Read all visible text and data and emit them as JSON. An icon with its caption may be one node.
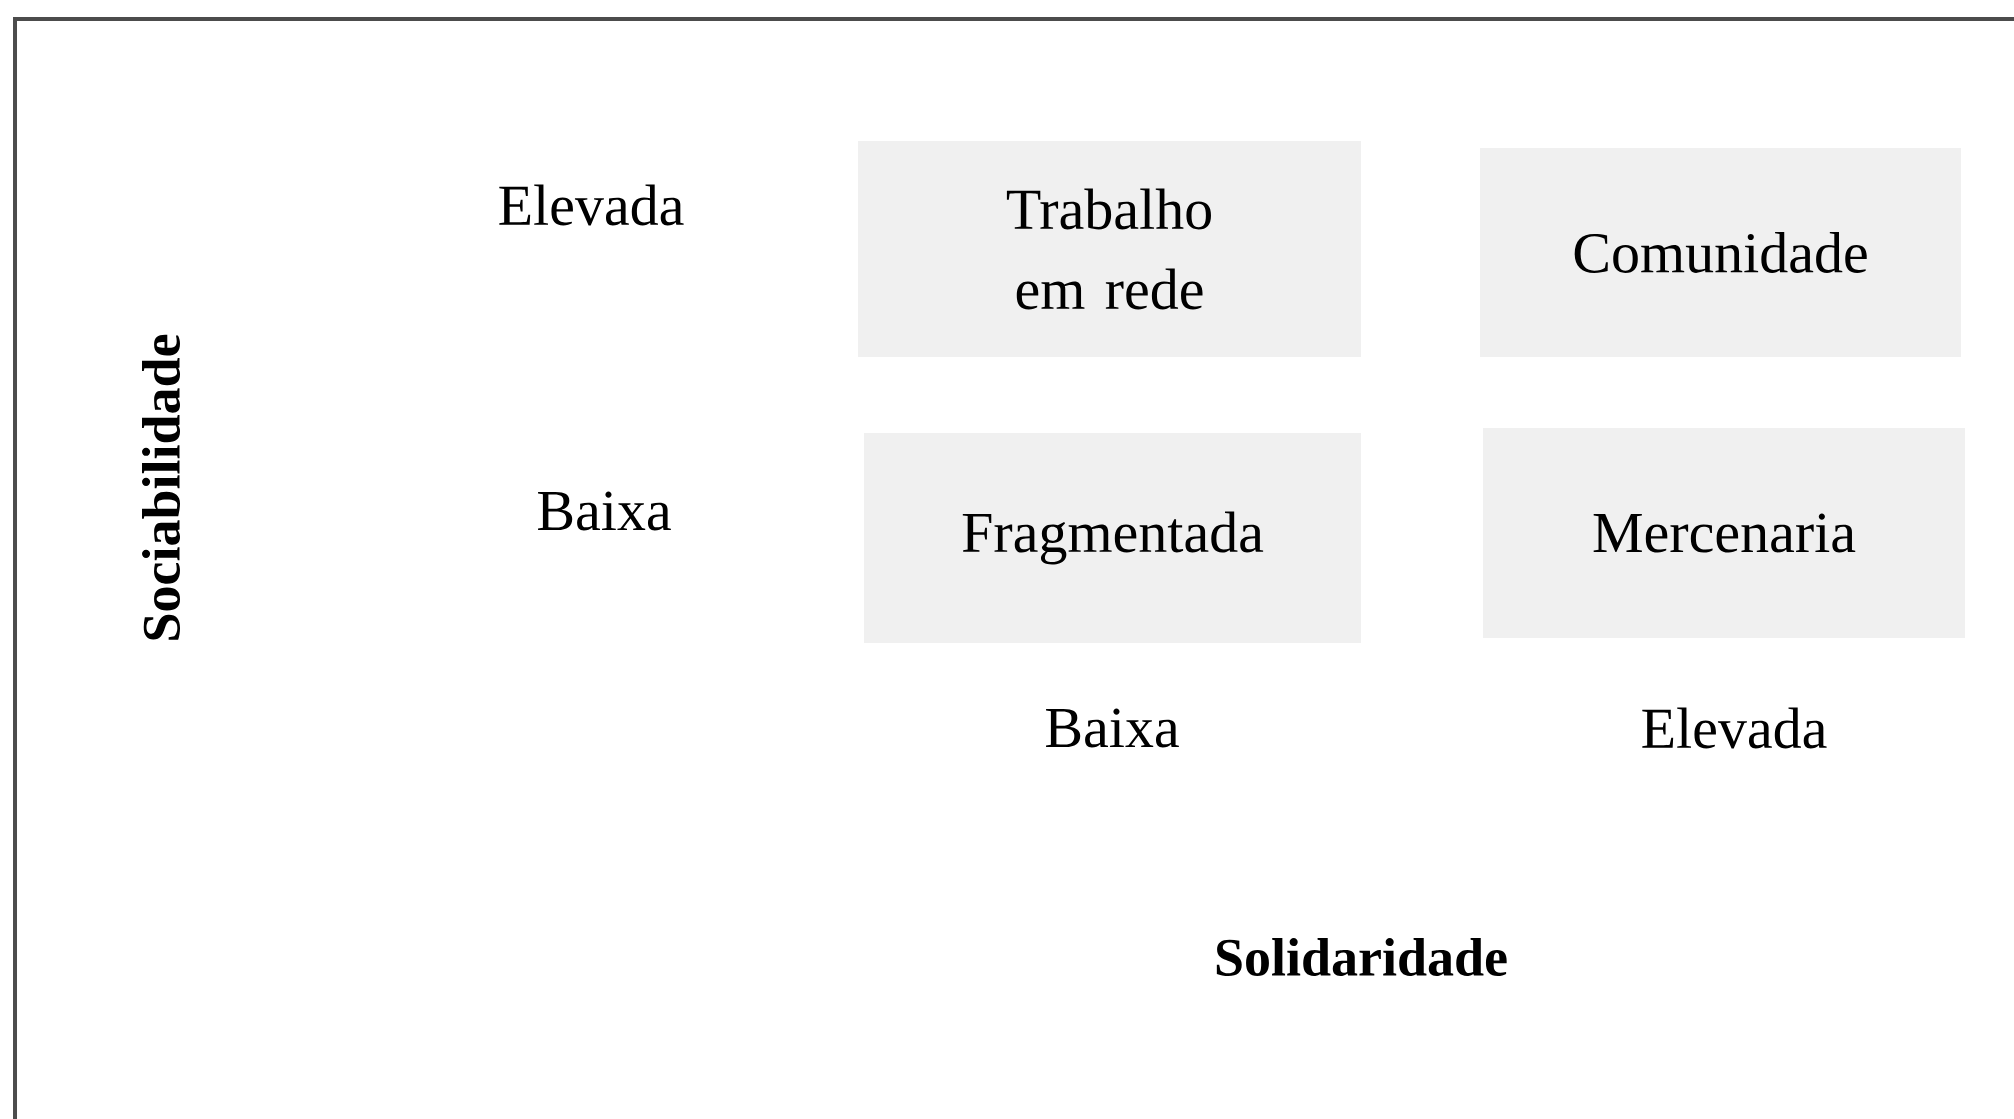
{
  "diagram": {
    "nodes": [
      {
        "text": [
          "Trabalho em rede"
        ]
      },
      {
        "text": [
          "Comunidade"
        ]
      },
      {
        "text": [
          "Fragmentada"
        ]
      },
      {
        "text": [
          "Mercenaria"
        ]
      }
    ],
    "labels": [
      "Sociabilidade",
      "Elevada",
      "Baixa",
      "Baixa",
      "Elevada",
      "Solidaridade"
    ]
  }
}
